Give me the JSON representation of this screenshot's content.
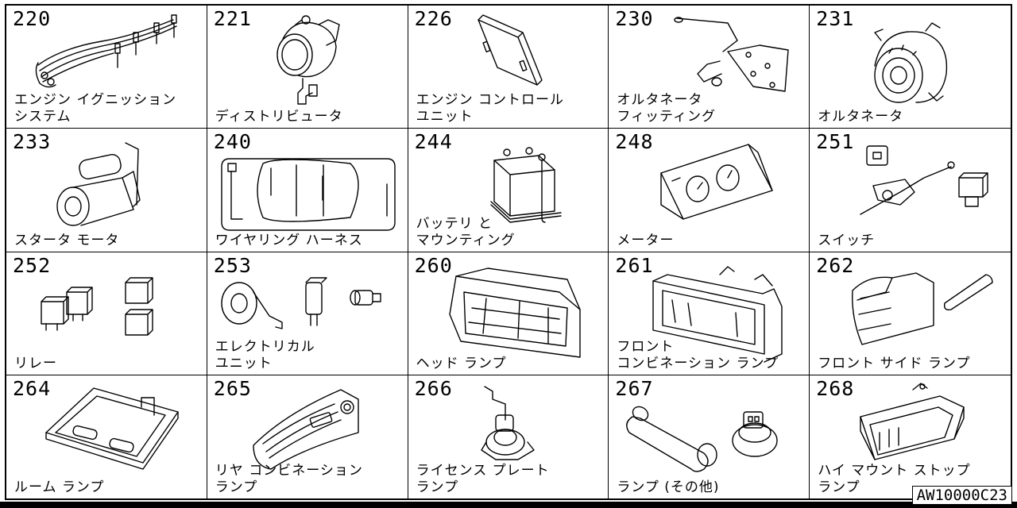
{
  "parts": [
    {
      "code": "220",
      "name": "エンジン イグニッション\nシステム",
      "icon": "ignition-wires-icon"
    },
    {
      "code": "221",
      "name": "ディストリビュータ",
      "icon": "distributor-icon"
    },
    {
      "code": "226",
      "name": "エンジン コントロール\nユニット",
      "icon": "control-unit-icon"
    },
    {
      "code": "230",
      "name": "オルタネータ\nフィッティング",
      "icon": "alternator-bracket-icon"
    },
    {
      "code": "231",
      "name": "オルタネータ",
      "icon": "alternator-icon"
    },
    {
      "code": "233",
      "name": "スタータ モータ",
      "icon": "starter-motor-icon"
    },
    {
      "code": "240",
      "name": "ワイヤリング ハーネス",
      "icon": "wiring-harness-icon"
    },
    {
      "code": "244",
      "name": "バッテリ と\nマウンティング",
      "icon": "battery-icon"
    },
    {
      "code": "248",
      "name": "メーター",
      "icon": "meter-cluster-icon"
    },
    {
      "code": "251",
      "name": "スイッチ",
      "icon": "switch-icon"
    },
    {
      "code": "252",
      "name": "リレー",
      "icon": "relay-icon"
    },
    {
      "code": "253",
      "name": "エレクトリカル\nユニット",
      "icon": "horn-unit-icon"
    },
    {
      "code": "260",
      "name": "ヘッド ランプ",
      "icon": "headlamp-icon"
    },
    {
      "code": "261",
      "name": "フロント\nコンビネーション ランプ",
      "icon": "front-combination-lamp-icon"
    },
    {
      "code": "262",
      "name": "フロント サイド ランプ",
      "icon": "front-side-lamp-icon"
    },
    {
      "code": "264",
      "name": "ルーム ランプ",
      "icon": "room-lamp-icon"
    },
    {
      "code": "265",
      "name": "リヤ コンビネーション\nランプ",
      "icon": "rear-combination-lamp-icon"
    },
    {
      "code": "266",
      "name": "ライセンス プレート\nランプ",
      "icon": "license-plate-lamp-icon"
    },
    {
      "code": "267",
      "name": "ランプ (その他)",
      "icon": "bulb-icon"
    },
    {
      "code": "268",
      "name": "ハイ マウント ストップ\nランプ",
      "icon": "high-mount-stop-lamp-icon"
    }
  ],
  "catalog_code": "AW10000C23"
}
